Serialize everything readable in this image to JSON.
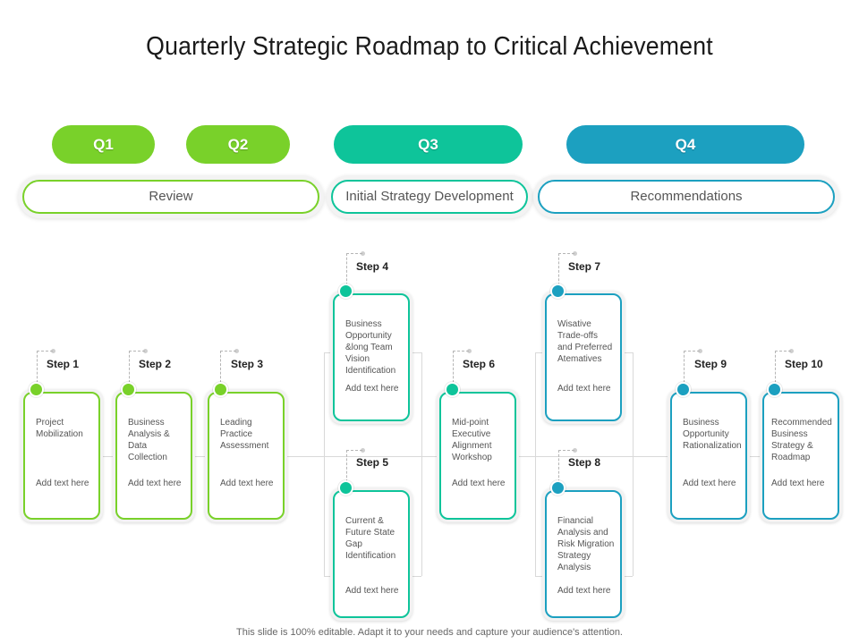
{
  "title": "Quarterly Strategic Roadmap to Critical Achievement",
  "colors": {
    "green": "#79d12a",
    "teal": "#0ec49a",
    "blue": "#1ca0c0"
  },
  "quarters": [
    "Q1",
    "Q2",
    "Q3",
    "Q4"
  ],
  "phases": [
    "Review",
    "Initial Strategy Development",
    "Recommendations"
  ],
  "steps": [
    {
      "label": "Step 1",
      "text": "Project Mobilization",
      "add": "Add text here"
    },
    {
      "label": "Step 2",
      "text": "Business Analysis & Data Collection",
      "add": "Add text here"
    },
    {
      "label": "Step 3",
      "text": "Leading Practice Assessment",
      "add": "Add text here"
    },
    {
      "label": "Step 4",
      "text": "Business Opportunity &long Team Vision Identification",
      "add": "Add text here"
    },
    {
      "label": "Step 5",
      "text": "Current & Future State Gap Identification",
      "add": "Add text here"
    },
    {
      "label": "Step 6",
      "text": "Mid-point Executive Alignment Workshop",
      "add": "Add text here"
    },
    {
      "label": "Step 7",
      "text": "Wisative Trade-offs and Preferred Atematives",
      "add": "Add text here"
    },
    {
      "label": "Step 8",
      "text": "Financial Analysis and Risk Migration Strategy Analysis",
      "add": "Add text here"
    },
    {
      "label": "Step 9",
      "text": "Business Opportunity Rationalization",
      "add": "Add text here"
    },
    {
      "label": "Step 10",
      "text": "Recommended Business Strategy & Roadmap",
      "add": "Add text here"
    }
  ],
  "footer": "This slide is 100% editable. Adapt it to your needs and capture your audience's attention."
}
